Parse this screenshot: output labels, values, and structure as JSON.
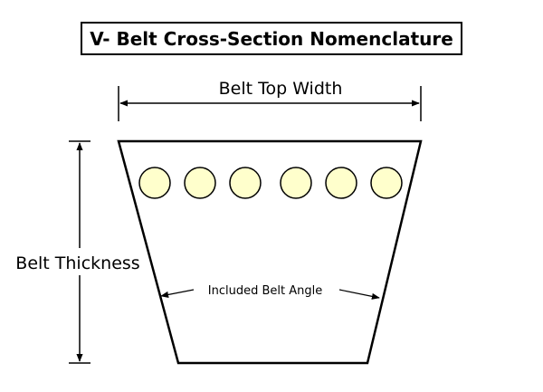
{
  "title": "V- Belt Cross-Section Nomenclature",
  "labels": {
    "top_width": "Belt Top Width",
    "thickness": "Belt Thickness",
    "included_angle": "Included Belt Angle"
  },
  "colors": {
    "outline": "#000000",
    "cord_fill": "#ffffcc"
  },
  "cords": {
    "count": 6
  }
}
